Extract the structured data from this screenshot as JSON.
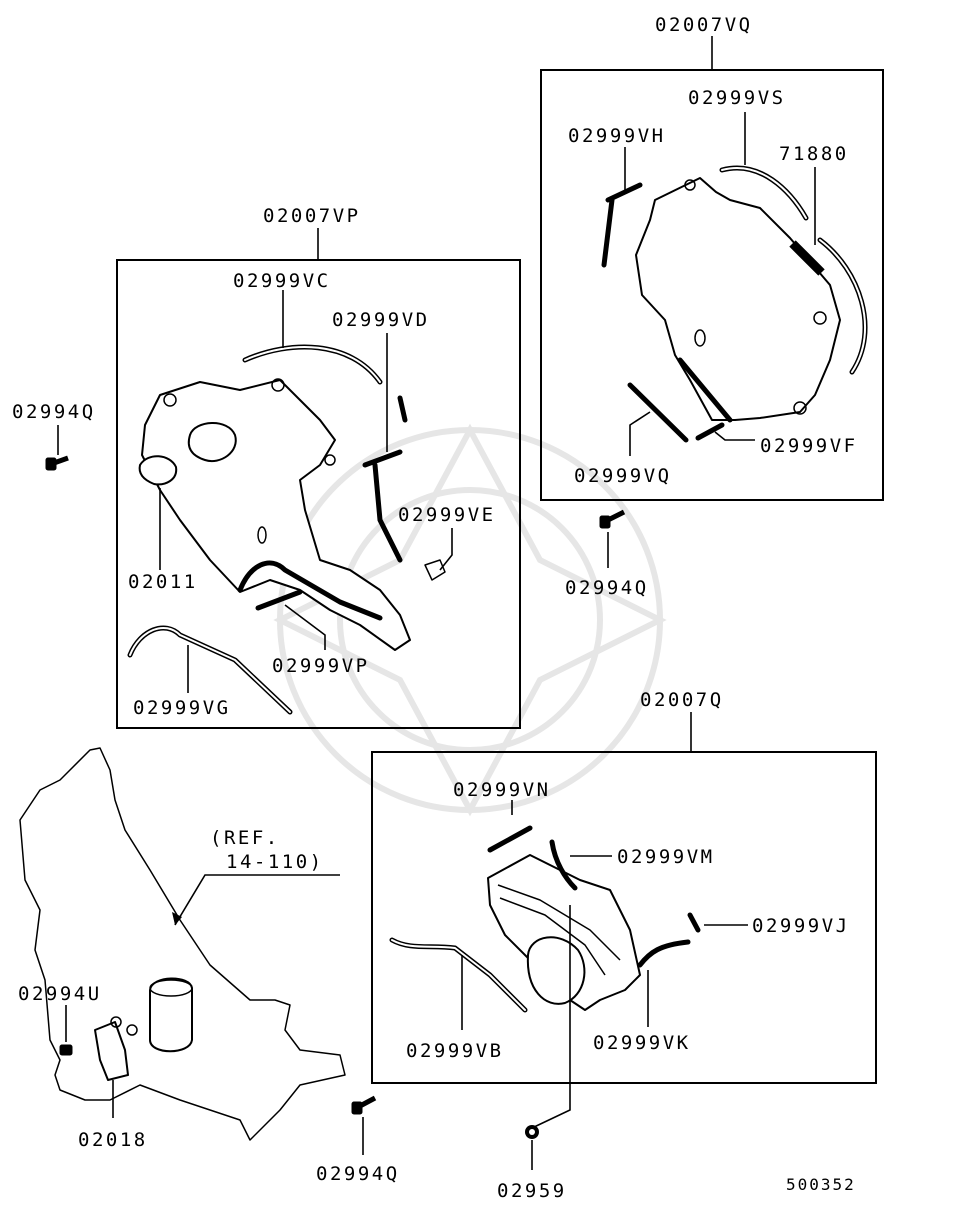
{
  "diagram": {
    "groups": [
      {
        "id": "02007VQ"
      },
      {
        "id": "02007VP"
      },
      {
        "id": "02007Q"
      }
    ],
    "labels": {
      "g_vq": "02007VQ",
      "vs": "02999VS",
      "vh": "02999VH",
      "n71880": "71880",
      "vf": "02999VF",
      "vq": "02999VQ",
      "q_top": "02994Q",
      "g_vp": "02007VP",
      "vc": "02999VC",
      "vd": "02999VD",
      "q_left": "02994Q",
      "ve": "02999VE",
      "n02011": "02011",
      "vp": "02999VP",
      "vg": "02999VG",
      "g_q": "02007Q",
      "ref1": "(REF.",
      "ref2": "14-110)",
      "vn": "02999VN",
      "vm": "02999VM",
      "vj": "02999VJ",
      "u": "02994U",
      "vb": "02999VB",
      "vk": "02999VK",
      "n02018": "02018",
      "q_bottom": "02994Q",
      "n02959": "02959",
      "figure_no": "500352"
    }
  }
}
